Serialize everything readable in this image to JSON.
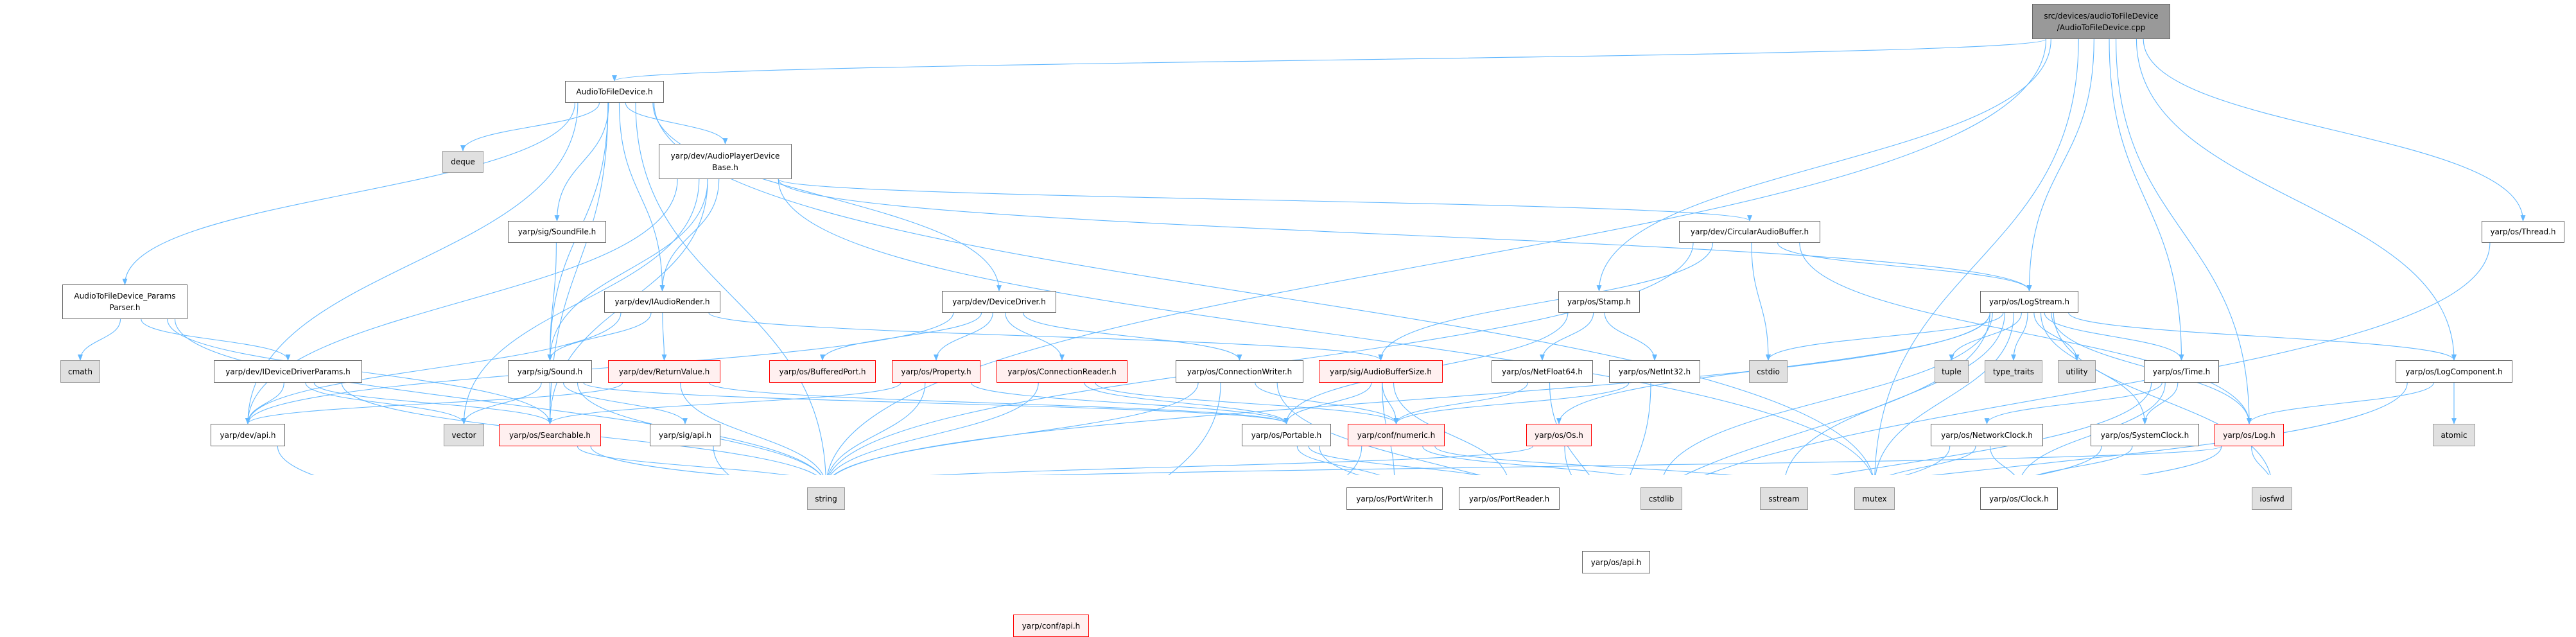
{
  "colors": {
    "edge": "#63b8ff",
    "node_border": "#666666",
    "system_fill": "#e0e0e0",
    "incomplete_border": "#ff0000",
    "incomplete_fill": "#fff0f0",
    "root_fill": "#999999"
  },
  "nodes": {
    "cpp": {
      "label": "src/devices/audioToFileDevice\n/AudioToFileDevice.cpp",
      "kind": "root"
    },
    "ath": {
      "label": "AudioToFileDevice.h",
      "kind": "normal"
    },
    "deque": {
      "label": "deque",
      "kind": "sys"
    },
    "apdb": {
      "label": "yarp/dev/AudioPlayerDevice\nBase.h",
      "kind": "normal"
    },
    "soundfile": {
      "label": "yarp/sig/SoundFile.h",
      "kind": "normal"
    },
    "pp": {
      "label": "AudioToFileDevice_Params\nParser.h",
      "kind": "normal"
    },
    "iar": {
      "label": "yarp/dev/IAudioRender.h",
      "kind": "normal"
    },
    "dd": {
      "label": "yarp/dev/DeviceDriver.h",
      "kind": "normal"
    },
    "cab": {
      "label": "yarp/dev/CircularAudioBuffer.h",
      "kind": "normal"
    },
    "stamp": {
      "label": "yarp/os/Stamp.h",
      "kind": "normal"
    },
    "thread": {
      "label": "yarp/os/Thread.h",
      "kind": "normal"
    },
    "logstream": {
      "label": "yarp/os/LogStream.h",
      "kind": "normal"
    },
    "cmath": {
      "label": "cmath",
      "kind": "sys"
    },
    "iddp": {
      "label": "yarp/dev/IDeviceDriverParams.h",
      "kind": "normal"
    },
    "sound": {
      "label": "yarp/sig/Sound.h",
      "kind": "normal"
    },
    "rv": {
      "label": "yarp/dev/ReturnValue.h",
      "kind": "red"
    },
    "bp": {
      "label": "yarp/os/BufferedPort.h",
      "kind": "red"
    },
    "prop": {
      "label": "yarp/os/Property.h",
      "kind": "red"
    },
    "cr": {
      "label": "yarp/os/ConnectionReader.h",
      "kind": "red"
    },
    "cw": {
      "label": "yarp/os/ConnectionWriter.h",
      "kind": "normal"
    },
    "abs": {
      "label": "yarp/sig/AudioBufferSize.h",
      "kind": "red"
    },
    "nf64": {
      "label": "yarp/os/NetFloat64.h",
      "kind": "normal"
    },
    "ni32": {
      "label": "yarp/os/NetInt32.h",
      "kind": "normal"
    },
    "cstdio": {
      "label": "cstdio",
      "kind": "sys"
    },
    "tuple": {
      "label": "tuple",
      "kind": "sys"
    },
    "tt": {
      "label": "type_traits",
      "kind": "sys"
    },
    "utility": {
      "label": "utility",
      "kind": "sys"
    },
    "time": {
      "label": "yarp/os/Time.h",
      "kind": "normal"
    },
    "logcomp": {
      "label": "yarp/os/LogComponent.h",
      "kind": "normal"
    },
    "devapi": {
      "label": "yarp/dev/api.h",
      "kind": "normal"
    },
    "vector": {
      "label": "vector",
      "kind": "sys"
    },
    "searchable": {
      "label": "yarp/os/Searchable.h",
      "kind": "red"
    },
    "sigapi": {
      "label": "yarp/sig/api.h",
      "kind": "normal"
    },
    "portable": {
      "label": "yarp/os/Portable.h",
      "kind": "normal"
    },
    "numeric": {
      "label": "yarp/conf/numeric.h",
      "kind": "red"
    },
    "os": {
      "label": "yarp/os/Os.h",
      "kind": "red"
    },
    "nclock": {
      "label": "yarp/os/NetworkClock.h",
      "kind": "normal"
    },
    "sclock": {
      "label": "yarp/os/SystemClock.h",
      "kind": "normal"
    },
    "log": {
      "label": "yarp/os/Log.h",
      "kind": "red"
    },
    "atomic": {
      "label": "atomic",
      "kind": "sys"
    },
    "string": {
      "label": "string",
      "kind": "sys"
    },
    "pw": {
      "label": "yarp/os/PortWriter.h",
      "kind": "normal"
    },
    "pr": {
      "label": "yarp/os/PortReader.h",
      "kind": "normal"
    },
    "cstdlib": {
      "label": "cstdlib",
      "kind": "sys"
    },
    "sstream": {
      "label": "sstream",
      "kind": "sys"
    },
    "mutex": {
      "label": "mutex",
      "kind": "sys"
    },
    "clock": {
      "label": "yarp/os/Clock.h",
      "kind": "normal"
    },
    "iosfwd": {
      "label": "iosfwd",
      "kind": "sys"
    },
    "osapi": {
      "label": "yarp/os/api.h",
      "kind": "normal"
    },
    "confapi": {
      "label": "yarp/conf/api.h",
      "kind": "red"
    }
  },
  "edges": [
    [
      "cpp",
      "ath"
    ],
    [
      "cpp",
      "string"
    ],
    [
      "cpp",
      "logstream"
    ],
    [
      "cpp",
      "stamp"
    ],
    [
      "cpp",
      "time"
    ],
    [
      "cpp",
      "log"
    ],
    [
      "cpp",
      "logcomp"
    ],
    [
      "cpp",
      "thread"
    ],
    [
      "cpp",
      "mutex"
    ],
    [
      "ath",
      "deque"
    ],
    [
      "ath",
      "pp"
    ],
    [
      "ath",
      "apdb"
    ],
    [
      "ath",
      "soundfile"
    ],
    [
      "ath",
      "sound"
    ],
    [
      "ath",
      "iar"
    ],
    [
      "ath",
      "dd"
    ],
    [
      "ath",
      "string"
    ],
    [
      "ath",
      "devapi"
    ],
    [
      "ath",
      "mutex"
    ],
    [
      "ath",
      "searchable"
    ],
    [
      "apdb",
      "iar"
    ],
    [
      "apdb",
      "sound"
    ],
    [
      "apdb",
      "cab"
    ],
    [
      "apdb",
      "devapi"
    ],
    [
      "apdb",
      "vector"
    ],
    [
      "apdb",
      "mutex"
    ],
    [
      "apdb",
      "searchable"
    ],
    [
      "apdb",
      "logstream"
    ],
    [
      "pp",
      "cmath"
    ],
    [
      "pp",
      "iddp"
    ],
    [
      "pp",
      "searchable"
    ],
    [
      "pp",
      "string"
    ],
    [
      "iddp",
      "devapi"
    ],
    [
      "iddp",
      "vector"
    ],
    [
      "iddp",
      "searchable"
    ],
    [
      "iddp",
      "string"
    ],
    [
      "soundfile",
      "sound"
    ],
    [
      "sound",
      "vector"
    ],
    [
      "sound",
      "string"
    ],
    [
      "sound",
      "portable"
    ],
    [
      "sound",
      "sigapi"
    ],
    [
      "sound",
      "searchable"
    ],
    [
      "iar",
      "sound"
    ],
    [
      "iar",
      "rv"
    ],
    [
      "iar",
      "devapi"
    ],
    [
      "iar",
      "abs"
    ],
    [
      "rv",
      "string"
    ],
    [
      "rv",
      "portable"
    ],
    [
      "rv",
      "devapi"
    ],
    [
      "dd",
      "bp"
    ],
    [
      "dd",
      "prop"
    ],
    [
      "dd",
      "cr"
    ],
    [
      "dd",
      "cw"
    ],
    [
      "dd",
      "devapi"
    ],
    [
      "prop",
      "string"
    ],
    [
      "prop",
      "searchable"
    ],
    [
      "prop",
      "portable"
    ],
    [
      "cr",
      "string"
    ],
    [
      "cr",
      "numeric"
    ],
    [
      "cr",
      "portable"
    ],
    [
      "cw",
      "string"
    ],
    [
      "cw",
      "osapi"
    ],
    [
      "cw",
      "numeric"
    ],
    [
      "cw",
      "confapi"
    ],
    [
      "sigapi",
      "confapi"
    ],
    [
      "devapi",
      "confapi"
    ],
    [
      "searchable",
      "string"
    ],
    [
      "searchable",
      "osapi"
    ],
    [
      "portable",
      "pw"
    ],
    [
      "portable",
      "pr"
    ],
    [
      "portable",
      "osapi"
    ],
    [
      "abs",
      "portable"
    ],
    [
      "abs",
      "pw"
    ],
    [
      "abs",
      "pr"
    ],
    [
      "abs",
      "numeric"
    ],
    [
      "numeric",
      "confapi"
    ],
    [
      "numeric",
      "cstdlib"
    ],
    [
      "numeric",
      "sstream"
    ],
    [
      "stamp",
      "nf64"
    ],
    [
      "stamp",
      "ni32"
    ],
    [
      "stamp",
      "portable"
    ],
    [
      "nf64",
      "numeric"
    ],
    [
      "nf64",
      "osapi"
    ],
    [
      "ni32",
      "numeric"
    ],
    [
      "ni32",
      "osapi"
    ],
    [
      "cab",
      "abs"
    ],
    [
      "cab",
      "string"
    ],
    [
      "cab",
      "cstdio"
    ],
    [
      "cab",
      "logstream"
    ],
    [
      "cab",
      "log"
    ],
    [
      "os",
      "osapi"
    ],
    [
      "os",
      "string"
    ],
    [
      "pw",
      "osapi"
    ],
    [
      "pr",
      "osapi"
    ],
    [
      "osapi",
      "confapi"
    ],
    [
      "logstream",
      "tuple"
    ],
    [
      "logstream",
      "tt"
    ],
    [
      "logstream",
      "utility"
    ],
    [
      "logstream",
      "time"
    ],
    [
      "logstream",
      "logcomp"
    ],
    [
      "logstream",
      "log"
    ],
    [
      "logstream",
      "iosfwd"
    ],
    [
      "logstream",
      "osapi"
    ],
    [
      "logstream",
      "string"
    ],
    [
      "logstream",
      "cstdio"
    ],
    [
      "logstream",
      "sstream"
    ],
    [
      "logstream",
      "cstdlib"
    ],
    [
      "logstream",
      "os"
    ],
    [
      "logstream",
      "mutex"
    ],
    [
      "logstream",
      "sclock"
    ],
    [
      "time",
      "nclock"
    ],
    [
      "time",
      "sclock"
    ],
    [
      "time",
      "clock"
    ],
    [
      "time",
      "osapi"
    ],
    [
      "nclock",
      "clock"
    ],
    [
      "nclock",
      "osapi"
    ],
    [
      "nclock",
      "mutex"
    ],
    [
      "sclock",
      "clock"
    ],
    [
      "sclock",
      "osapi"
    ],
    [
      "clock",
      "osapi"
    ],
    [
      "log",
      "iosfwd"
    ],
    [
      "log",
      "osapi"
    ],
    [
      "log",
      "string"
    ],
    [
      "logcomp",
      "log"
    ],
    [
      "logcomp",
      "atomic"
    ],
    [
      "logcomp",
      "osapi"
    ],
    [
      "thread",
      "osapi"
    ]
  ]
}
